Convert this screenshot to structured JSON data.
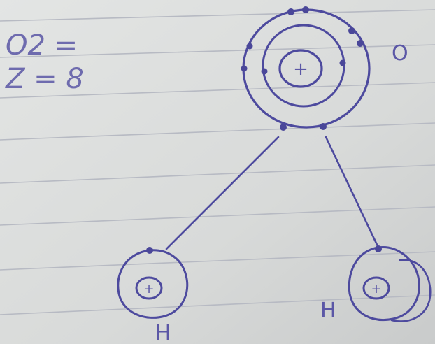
{
  "notes": {
    "formula_line": "O2 =",
    "number_line": "Z = 8"
  },
  "labels": {
    "oxygen": "O",
    "hydrogen_left": "H",
    "hydrogen_right": "H",
    "nucleus_symbol": "+"
  },
  "colors": {
    "paper": "#d9dbda",
    "ink": "#4d4a9e",
    "rule_line": "#b9bcc4"
  }
}
